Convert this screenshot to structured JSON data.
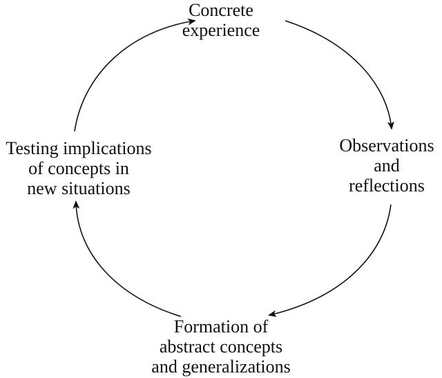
{
  "diagram": {
    "nodes": [
      {
        "id": "top",
        "lines": [
          "Concrete",
          "experience"
        ]
      },
      {
        "id": "right",
        "lines": [
          "Observations",
          "and",
          "reflections"
        ]
      },
      {
        "id": "bottom",
        "lines": [
          "Formation of",
          "abstract concepts",
          "and generalizations"
        ]
      },
      {
        "id": "left",
        "lines": [
          "Testing implications",
          "of concepts in",
          "new situations"
        ]
      }
    ],
    "edges": [
      {
        "from": "top",
        "to": "right"
      },
      {
        "from": "right",
        "to": "bottom"
      },
      {
        "from": "bottom",
        "to": "left"
      },
      {
        "from": "left",
        "to": "top"
      }
    ],
    "colors": {
      "stroke": "#111111",
      "text": "#111111",
      "background": "#ffffff"
    }
  }
}
